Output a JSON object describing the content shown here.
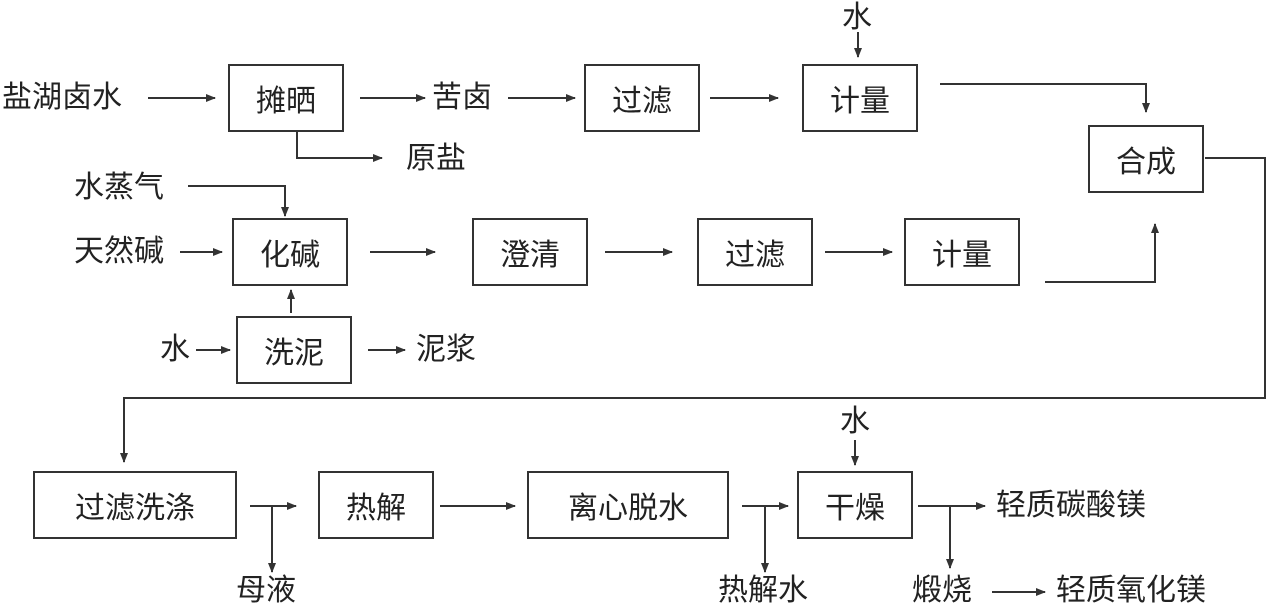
{
  "nodes": {
    "tanshai": "摊晒",
    "guolv1": "过滤",
    "jiliang1": "计量",
    "hecheng": "合成",
    "huajian": "化碱",
    "chengqing": "澄清",
    "guolv2": "过滤",
    "jiliang2": "计量",
    "xini": "洗泥",
    "guolvxidi": "过滤洗涤",
    "rejie": "热解",
    "lixintuoshui": "离心脱水",
    "ganzao": "干燥"
  },
  "labels": {
    "yanhuluishui": "盐湖卤水",
    "kulu": "苦卤",
    "yuanyan": "原盐",
    "shui_top": "水",
    "shuizhengqi": "水蒸气",
    "tianranjian": "天然碱",
    "shui_xini": "水",
    "nijiang": "泥浆",
    "shui_ganzao": "水",
    "muye": "母液",
    "rejieshui": "热解水",
    "qingzhitansuanmei": "轻质碳酸镁",
    "duanshao": "煅烧",
    "qingzhiyanghuamei": "轻质氧化镁"
  },
  "colors": {
    "line": "#333333",
    "text": "#222222"
  }
}
